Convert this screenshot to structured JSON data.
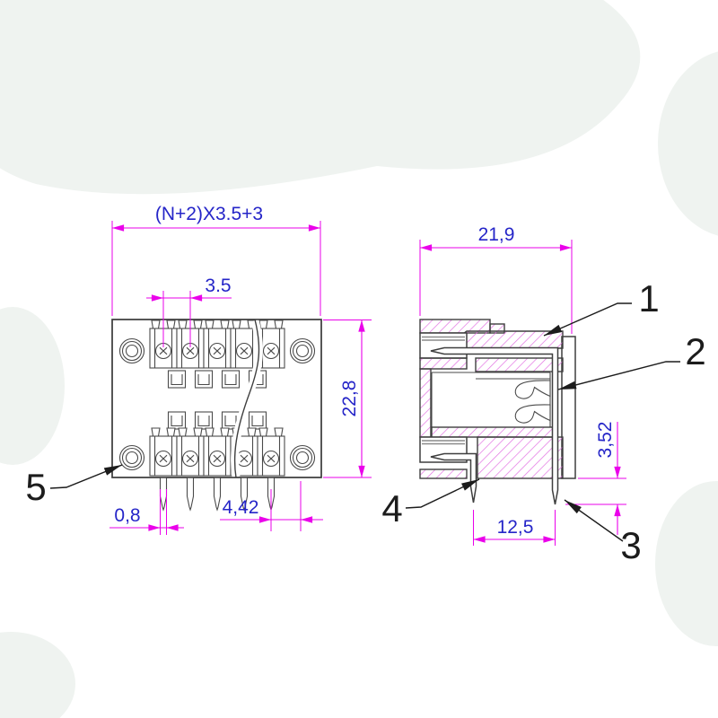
{
  "front": {
    "dim_total": "(N+2)X3.5+3",
    "dim_pitch": "3.5",
    "dim_height": "22,8",
    "dim_pin_width": "0,8",
    "dim_pin_to_hole": "4,42"
  },
  "side": {
    "dim_width": "21,9",
    "dim_pin_protrusion": "3,52",
    "dim_leg_span": "12,5"
  },
  "callouts": [
    {
      "label": "1"
    },
    {
      "label": "2"
    },
    {
      "label": "3"
    },
    {
      "label": "4"
    },
    {
      "label": "5"
    }
  ],
  "colors": {
    "dimension_line": "#ea00ea",
    "dimension_text": "#2525c8",
    "hatch": "#e273e2",
    "outline": "#3f3f3f",
    "callout_text": "#1c1c1c",
    "background": "#ffffff"
  }
}
